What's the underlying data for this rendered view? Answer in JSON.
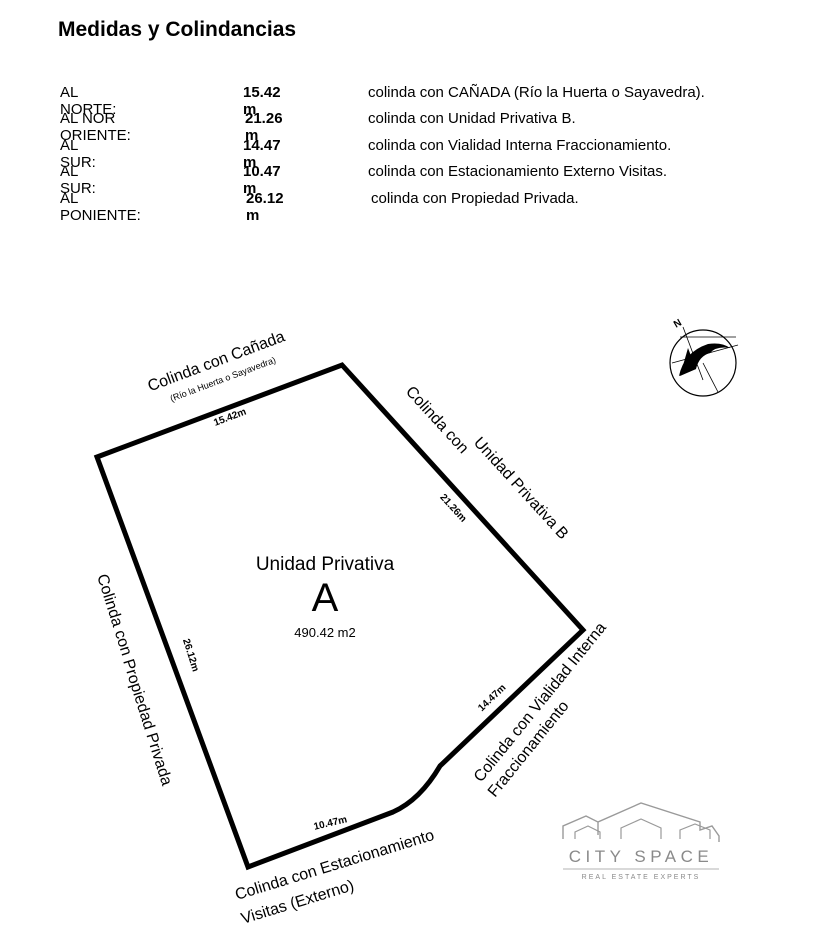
{
  "title": "Medidas y Colindancias",
  "boundaries": [
    {
      "direction": "AL NORTE:",
      "length": "15.42 m",
      "description": "colinda con CAÑADA (Río la Huerta o Sayavedra)."
    },
    {
      "direction": "AL NOR ORIENTE:",
      "length": "21.26 m",
      "description": "colinda con Unidad Privativa B."
    },
    {
      "direction": "AL SUR:",
      "length": "14.47 m",
      "description": "colinda con Vialidad Interna Fraccionamiento."
    },
    {
      "direction": "AL SUR:",
      "length": "10.47 m",
      "description": "colinda con Estacionamiento Externo Visitas."
    },
    {
      "direction": "AL PONIENTE:",
      "length": "26.12 m",
      "description": "colinda con Propiedad Privada."
    }
  ],
  "plan": {
    "unit_label": "Unidad Privativa",
    "unit_letter": "A",
    "area": "490.42 m2",
    "edges": {
      "north": "15.42m",
      "northeast": "21.26m",
      "south_vialidad": "14.47m",
      "south_estacionamiento": "10.47m",
      "west": "26.12m"
    },
    "neighbors": {
      "north_main": "Colinda con Cañada",
      "north_sub": "(Río la Huerta o Sayavedra)",
      "northeast_1": "Colinda con",
      "northeast_2": "Unidad Privativa B",
      "west_1": "Colinda con",
      "west_2": "Propiedad Privada",
      "south_vialidad_1": "Colinda con  Vialidad Interna",
      "south_vialidad_2": "Fraccionamiento",
      "south_est_1": "Colinda con  Estacionamiento",
      "south_est_2": "Visitas (Externo)"
    },
    "compass_letter": "N"
  },
  "logo": {
    "name": "CITY SPACE",
    "tagline": "REAL ESTATE EXPERTS"
  }
}
